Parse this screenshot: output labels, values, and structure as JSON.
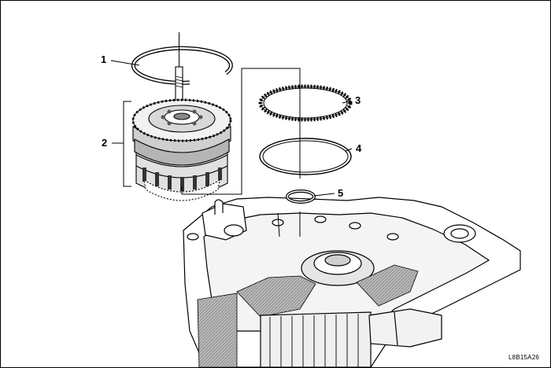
{
  "callouts": {
    "c1": "1",
    "c2": "2",
    "c3": "3",
    "c4": "4",
    "c5": "5"
  },
  "figure_code": "L8B15A26",
  "line_color": "#000000",
  "shade_color": "#9a9a9a",
  "fill_color": "#ffffff"
}
